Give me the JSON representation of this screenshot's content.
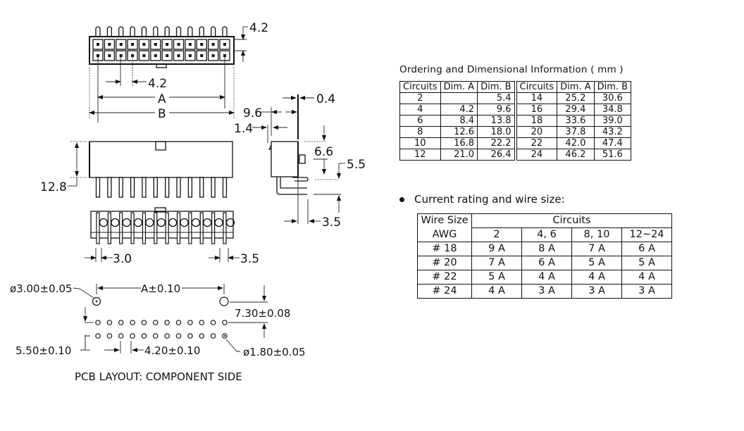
{
  "drawing": {
    "top_view": {
      "pitch_dim": "4.2",
      "row_pitch_dim": "4.2",
      "dim_a_label": "A",
      "dim_b_label": "B"
    },
    "front_view": {
      "height_dim": "12.8",
      "left_offset_dim": "3.0",
      "right_offset_dim": "3.5"
    },
    "side_view": {
      "dims": [
        "0.4",
        "9.6",
        "1.4",
        "6.6",
        "5.5",
        "3.5"
      ]
    },
    "pcb_layout": {
      "peg_hole_dim": "ø3.00±0.05",
      "peg_spacing_dim": "A±0.10",
      "row_to_peg_dim": "7.30±0.08",
      "row_spacing_dim": "5.50±0.10",
      "pitch_dim": "4.20±0.10",
      "pin_hole_dim": "ø1.80±0.05",
      "caption": "PCB LAYOUT: COMPONENT SIDE"
    }
  },
  "ordering_table": {
    "title": "Ordering and Dimensional Information ( mm )",
    "headers": [
      "Circuits",
      "Dim. A",
      "Dim. B",
      "Circuits",
      "Dim. A",
      "Dim. B"
    ],
    "rows": [
      [
        "2",
        "",
        "5.4",
        "14",
        "25.2",
        "30.6"
      ],
      [
        "4",
        "4.2",
        "9.6",
        "16",
        "29.4",
        "34.8"
      ],
      [
        "6",
        "8.4",
        "13.8",
        "18",
        "33.6",
        "39.0"
      ],
      [
        "8",
        "12.6",
        "18.0",
        "20",
        "37.8",
        "43.2"
      ],
      [
        "10",
        "16.8",
        "22.2",
        "22",
        "42.0",
        "47.4"
      ],
      [
        "12",
        "21.0",
        "26.4",
        "24",
        "46.2",
        "51.6"
      ]
    ]
  },
  "current_table": {
    "heading": "Current rating and wire size:",
    "wire_size_header": "Wire Size",
    "awg_header": "AWG",
    "circuits_header": "Circuits",
    "circuit_groups": [
      "2",
      "4, 6",
      "8, 10",
      "12~24"
    ],
    "rows": [
      [
        "# 18",
        "9 A",
        "8 A",
        "7 A",
        "6 A"
      ],
      [
        "# 20",
        "7 A",
        "6 A",
        "5 A",
        "5 A"
      ],
      [
        "# 22",
        "5 A",
        "4 A",
        "4 A",
        "4 A"
      ],
      [
        "# 24",
        "4 A",
        "3 A",
        "3 A",
        "3 A"
      ]
    ]
  }
}
